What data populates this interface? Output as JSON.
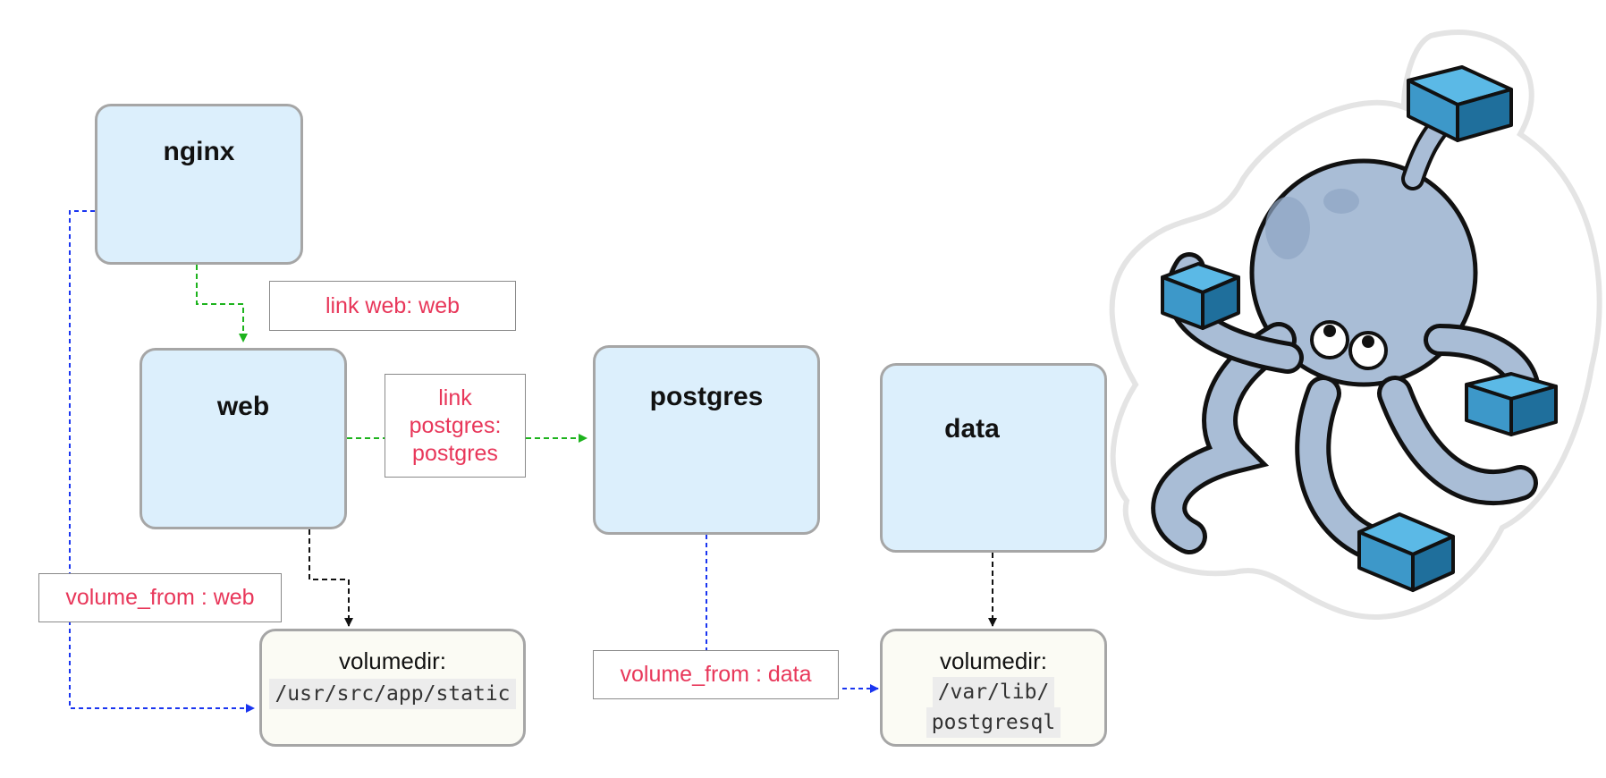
{
  "services": {
    "nginx": "nginx",
    "web": "web",
    "postgres": "postgres",
    "data": "data"
  },
  "volumes": {
    "web_volume": {
      "title": "volumedir:",
      "path": "/usr/src/app/static"
    },
    "data_volume": {
      "title": "volumedir:",
      "path_line1": "/var/lib/",
      "path_line2": "postgresql"
    }
  },
  "edge_labels": {
    "link_web": "link web: web",
    "link_postgres_1": "link",
    "link_postgres_2": "postgres:",
    "link_postgres_3": "postgres",
    "volume_from_web": "volume_from : web",
    "volume_from_data": "volume_from : data"
  },
  "colors": {
    "service_fill": "#dceffc",
    "volume_fill": "#fbfbf4",
    "label_text": "#e8375a",
    "link_arrow": "#1db31d",
    "volume_from_arrow": "#1a35f0",
    "volume_arrow": "#111111"
  },
  "logo": {
    "icon": "docker-compose-octopus-logo"
  }
}
